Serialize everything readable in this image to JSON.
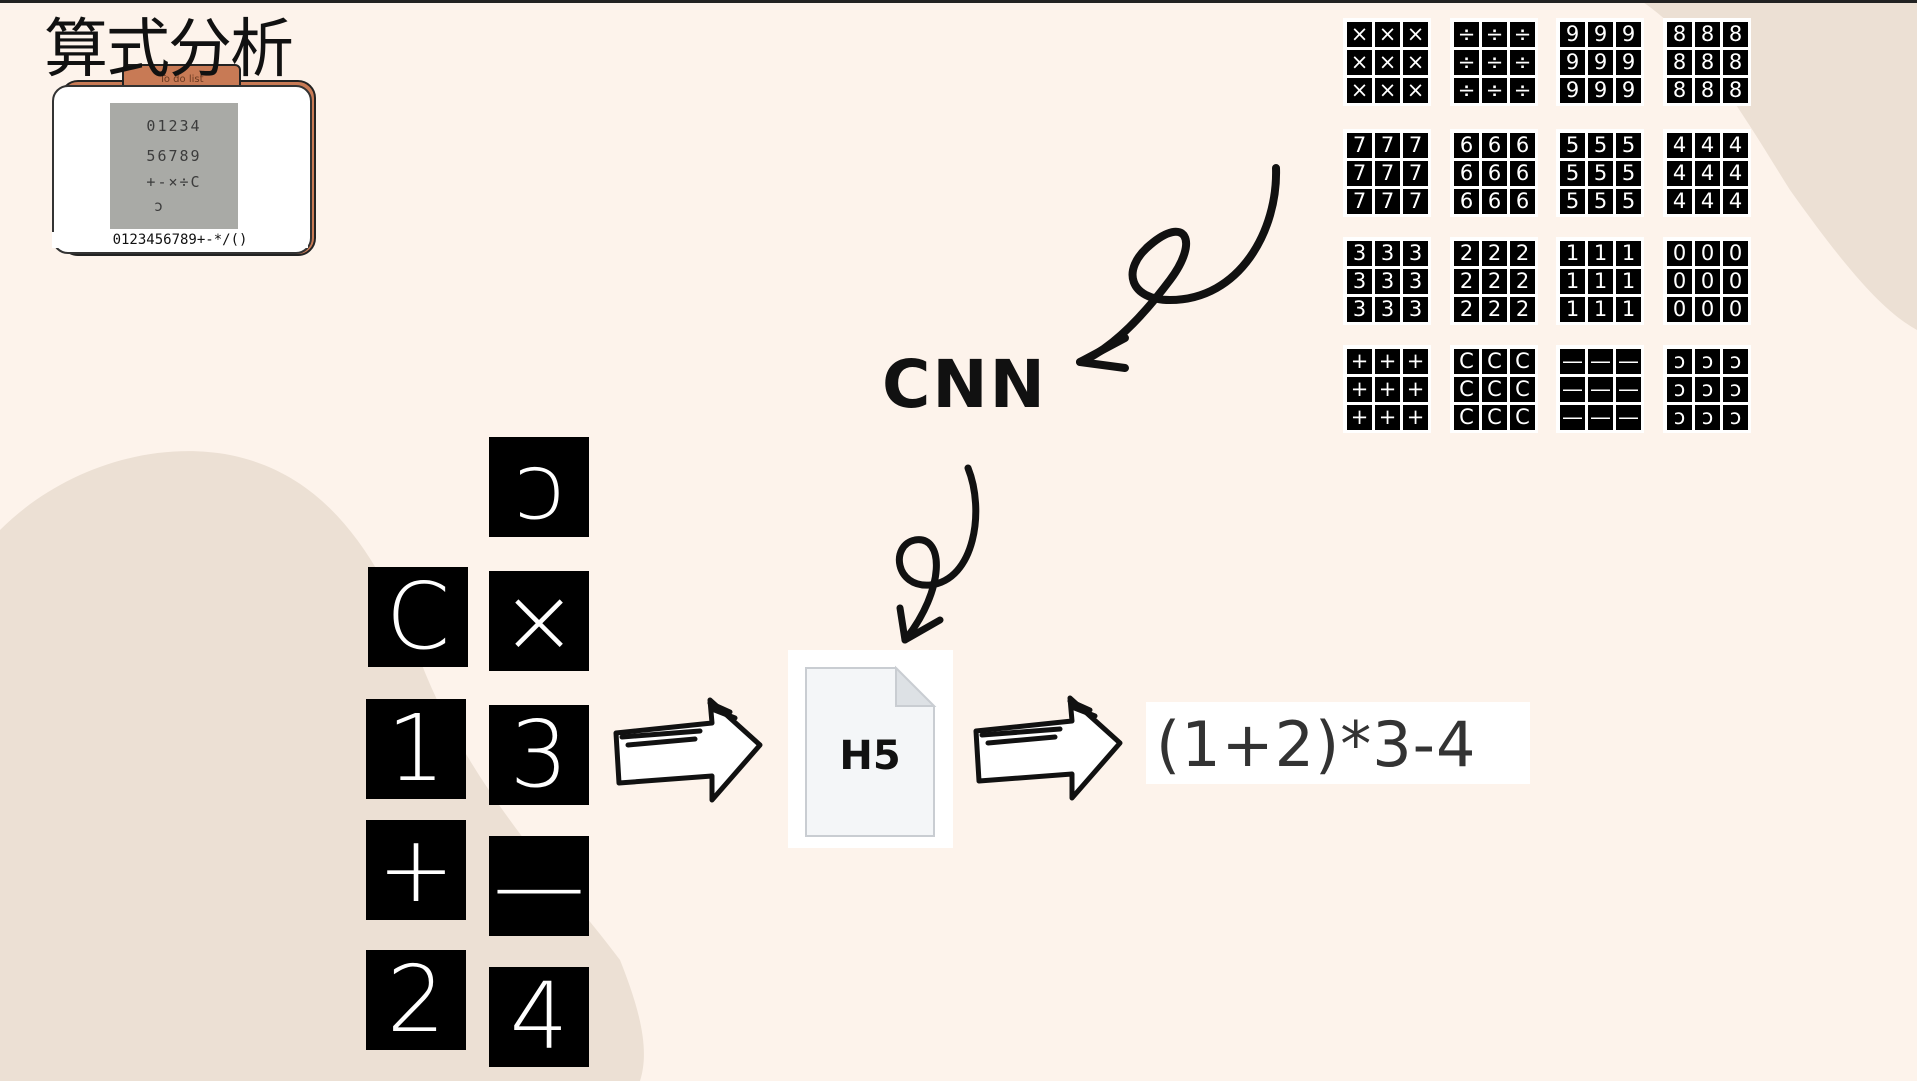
{
  "title": "算式分析",
  "card": {
    "tab_label": "To do list",
    "photo_lines": [
      "01234",
      "56789",
      "+-×÷C",
      "ɔ"
    ],
    "caption": "0123456789+-*/()"
  },
  "dataset_blocks": [
    {
      "glyph": "×"
    },
    {
      "glyph": "÷"
    },
    {
      "glyph": "9"
    },
    {
      "glyph": "8"
    },
    {
      "glyph": "7"
    },
    {
      "glyph": "6"
    },
    {
      "glyph": "5"
    },
    {
      "glyph": "4"
    },
    {
      "glyph": "3"
    },
    {
      "glyph": "2"
    },
    {
      "glyph": "1"
    },
    {
      "glyph": "0"
    },
    {
      "glyph": "+"
    },
    {
      "glyph": "C"
    },
    {
      "glyph": "—"
    },
    {
      "glyph": "ɔ"
    }
  ],
  "input_symbols": [
    {
      "glyph": "ɔ"
    },
    {
      "glyph": "C"
    },
    {
      "glyph": "×"
    },
    {
      "glyph": "1"
    },
    {
      "glyph": "3"
    },
    {
      "glyph": "+"
    },
    {
      "glyph": "—"
    },
    {
      "glyph": "2"
    },
    {
      "glyph": "4"
    }
  ],
  "model_label": "CNN",
  "file_label": "H5",
  "result": "(1+2)*3-4",
  "colors": {
    "background": "#fdf3eb",
    "blob": "#ece0d4",
    "accent": "#c87a55",
    "ink": "#111111"
  }
}
